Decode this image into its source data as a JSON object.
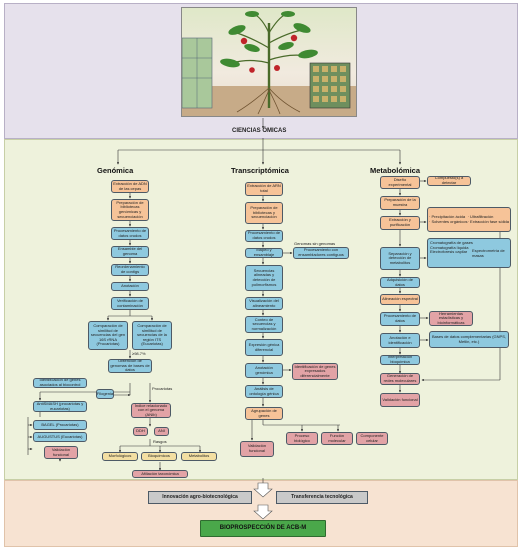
{
  "top": {
    "title": "CIENCIAS ÓMICAS"
  },
  "columns": {
    "genomica": "Genómica",
    "transcriptomica": "Transcriptómica",
    "metabolomica": "Metabolómica"
  },
  "genomica": {
    "g1": "Extracción de ADN de las cepas",
    "g2": "Preparación de bibliotecas genómicas y secuenciación",
    "g3": "Procesamiento de datos crudos",
    "g4": "Ensamble del genoma",
    "g5": "Reordenamiento de contigs",
    "g6": "Anotación",
    "g7": "Verificación de contaminación",
    "g8": "Comparación de similitud de secuencias del gen 16S rRNA (Procariotas)",
    "g9": "Comparación de similitud de secuencias de la región ITS (Eucariotas)",
    "g_sim": "≥98.7%",
    "g10": "Obtención de genomas de bases de datos",
    "g11": "Identificación de genes asociados al biocontrol",
    "g12": "AntiSMASH (procariotas y eucariotas)",
    "g13": "BAGEL (Procariotas)",
    "g14": "AUGUSTUS (Eucariotas)",
    "g15": "Validación funcional",
    "g_filo": "Filogenia",
    "g_proc": "Procariotas",
    "g16": "Índice relacionado con el genoma (ANIb)",
    "g17": "DDH",
    "g18": "ANI",
    "g_rasgos": "Rasgos",
    "g19": "Morfológicos",
    "g20": "Bioquímicos",
    "g21": "Metabolitos",
    "g22": "Afiliación taxonómica"
  },
  "transcriptomica": {
    "t1": "Extracción de ARN total",
    "t2": "Preparación de bibliotecas y secuenciación",
    "t3": "Procesamiento de datos crudos",
    "t_genomas": "Genomas sin genomas",
    "t_side1": "Procesamiento con ensambladores contiguos",
    "t4": "Mapeo y ensamblaje",
    "t5": "Secuencias alineadas y detección de polimorfismos",
    "t6": "Visualización del alineamiento",
    "t7": "Conteo de secuencias y normalización",
    "t8": "Expresión génica diferencial",
    "t9": "Anotación genómica",
    "t_side2": "Identificación de genes expresados diferencialmente",
    "t10": "Análisis de ontología génica",
    "t11": "Agrupación de genes",
    "t12": "Proceso biológico",
    "t13": "Función molecular",
    "t14": "Componente celular",
    "t15": "Validación funcional"
  },
  "metabolomica": {
    "m1": "Diseño experimental",
    "m_side1": "Compuesto(s) a detectar",
    "m2": "Preparación de la muestra",
    "m3": "Extracción y purificación",
    "m_side2a": "· Precipitación ácida\n· Solventes orgánicos",
    "m_side2b": "· Ultrafiltración\n· Extracción fase sólida",
    "m4": "Separación y detección de metabolitos",
    "m_side3a": "Cromatografía de gases",
    "m_side3b": "Cromatografía líquida",
    "m_side3c": "Espectrometría de masas",
    "m_side3d": "Electroforesis capilar",
    "m5": "Adquisición de datos",
    "m6": "Alineación espectral",
    "m7": "Procesamiento de datos",
    "m_side4": "Herramientas estadísticas y bioinformáticas",
    "m8": "Anotación e identificación",
    "m_side5": "Bases de datos complementarias (GNPS, Metlin, etc.)",
    "m9": "Interpretación bioquímica",
    "m10": "Generación de redes moleculares",
    "m11": "Validación funcional"
  },
  "bottom": {
    "left": "Innovación agro-biotecnológica",
    "right": "Transferencia tecnológica",
    "final": "BIOPROSPECCIÓN DE ACB-M"
  }
}
